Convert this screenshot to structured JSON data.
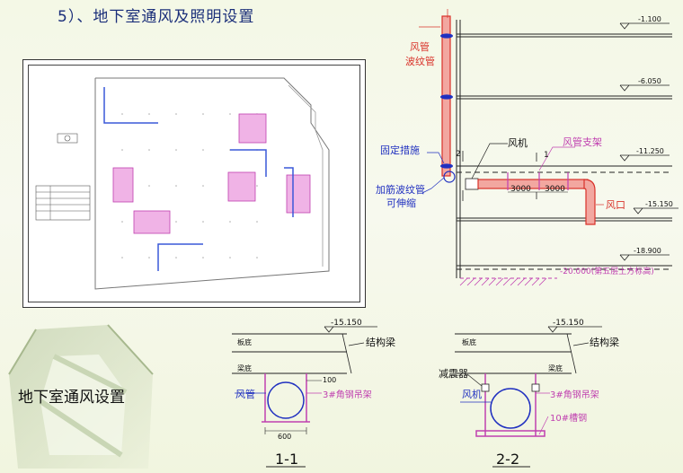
{
  "page": {
    "title": "5）、地下室通风及照明设置",
    "side_label": "地下室通风设置"
  },
  "section_diagram": {
    "elevations": [
      "-1.100",
      "-6.050",
      "-11.250",
      "-15.150",
      "-18.900"
    ],
    "soil_label": "-20.000(第五层土方标高)",
    "labels": {
      "duct": "风管",
      "corrugated_pipe": "波纹管",
      "fixing": "固定措施",
      "fan": "风机",
      "duct_support": "风管支架",
      "reinforced_pipe": "加筋波纹管",
      "telescopic": "可伸缩",
      "outlet": "风口",
      "span1": "3000",
      "span2": "3000",
      "mark1": "1",
      "mark2": "2"
    }
  },
  "detail_1": {
    "elevation": "-15.150",
    "beam_label": "结构梁",
    "top_label": "板底",
    "bottom_label": "梁底",
    "duct_label": "风管",
    "hanger_label": "3#角钢吊架",
    "dim_100": "100",
    "dim_600": "600",
    "caption": "1-1"
  },
  "detail_2": {
    "elevation": "-15.150",
    "beam_label": "结构梁",
    "top_label": "板底",
    "bottom_label": "梁底",
    "damper_label": "减震器",
    "fan_label": "风机",
    "hanger_label": "3#角钢吊架",
    "channel_label": "10#槽钢",
    "caption": "2-2"
  }
}
